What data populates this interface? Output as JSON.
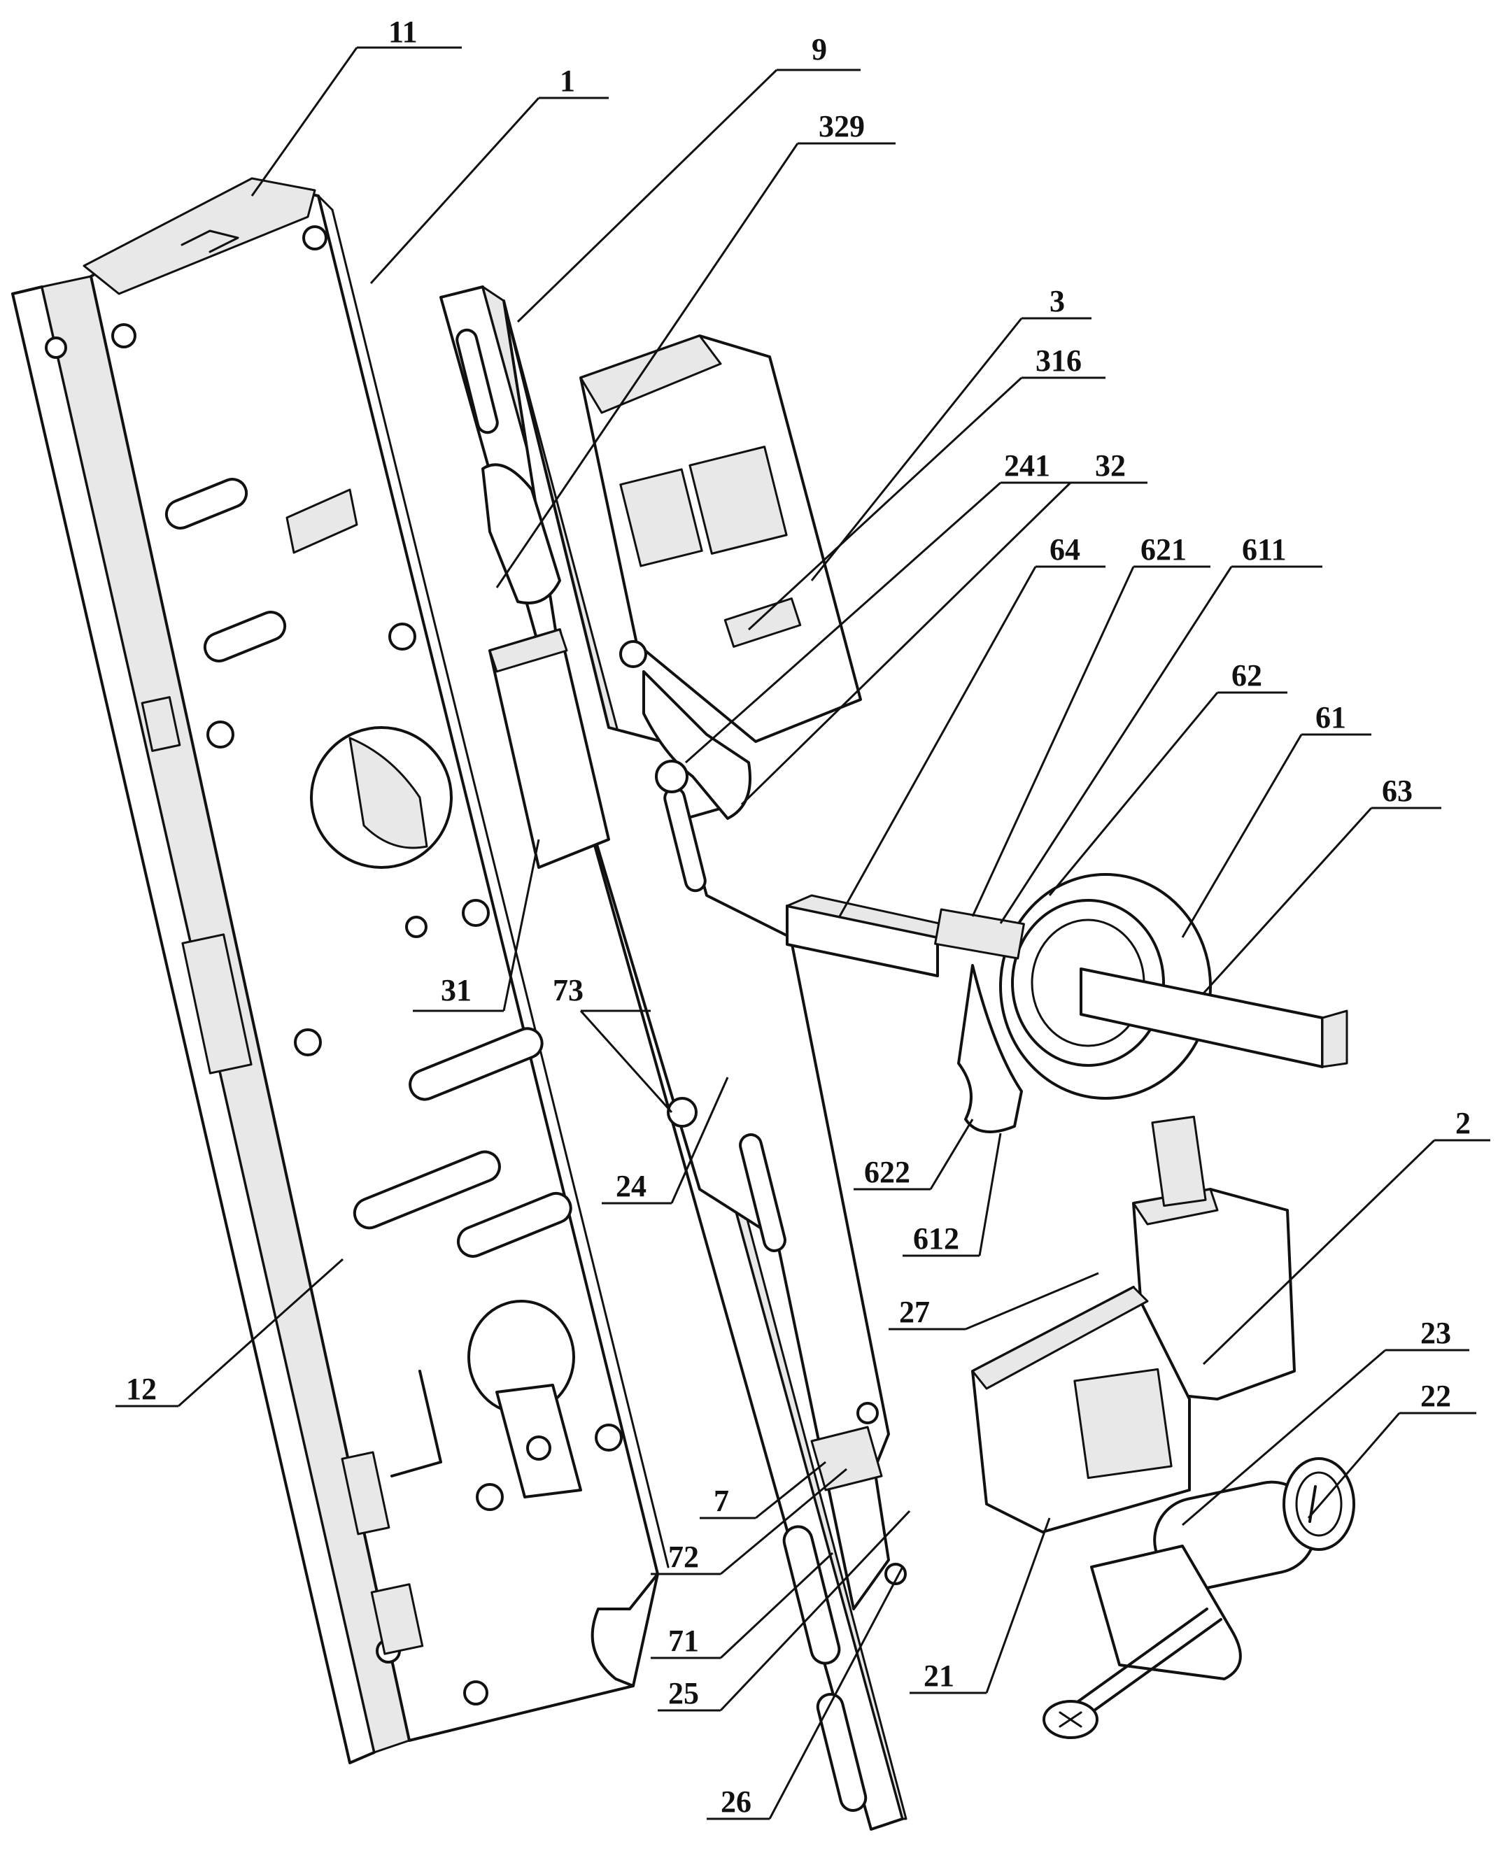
{
  "diagram": {
    "type": "exploded-view patent drawing",
    "line_color": "#111111",
    "background": "#ffffff",
    "labels": [
      {
        "id": "l11",
        "text": "11"
      },
      {
        "id": "l1",
        "text": "1"
      },
      {
        "id": "l9",
        "text": "9"
      },
      {
        "id": "l329",
        "text": "329"
      },
      {
        "id": "l3",
        "text": "3"
      },
      {
        "id": "l316",
        "text": "316"
      },
      {
        "id": "l241",
        "text": "241"
      },
      {
        "id": "l32",
        "text": "32"
      },
      {
        "id": "l64",
        "text": "64"
      },
      {
        "id": "l621",
        "text": "621"
      },
      {
        "id": "l611",
        "text": "611"
      },
      {
        "id": "l62",
        "text": "62"
      },
      {
        "id": "l61",
        "text": "61"
      },
      {
        "id": "l63",
        "text": "63"
      },
      {
        "id": "l31",
        "text": "31"
      },
      {
        "id": "l73",
        "text": "73"
      },
      {
        "id": "l24",
        "text": "24"
      },
      {
        "id": "l622",
        "text": "622"
      },
      {
        "id": "l612",
        "text": "612"
      },
      {
        "id": "l2",
        "text": "2"
      },
      {
        "id": "l27",
        "text": "27"
      },
      {
        "id": "l23",
        "text": "23"
      },
      {
        "id": "l22",
        "text": "22"
      },
      {
        "id": "l12",
        "text": "12"
      },
      {
        "id": "l7",
        "text": "7"
      },
      {
        "id": "l72",
        "text": "72"
      },
      {
        "id": "l71",
        "text": "71"
      },
      {
        "id": "l25",
        "text": "25"
      },
      {
        "id": "l21",
        "text": "21"
      },
      {
        "id": "l26",
        "text": "26"
      }
    ]
  }
}
